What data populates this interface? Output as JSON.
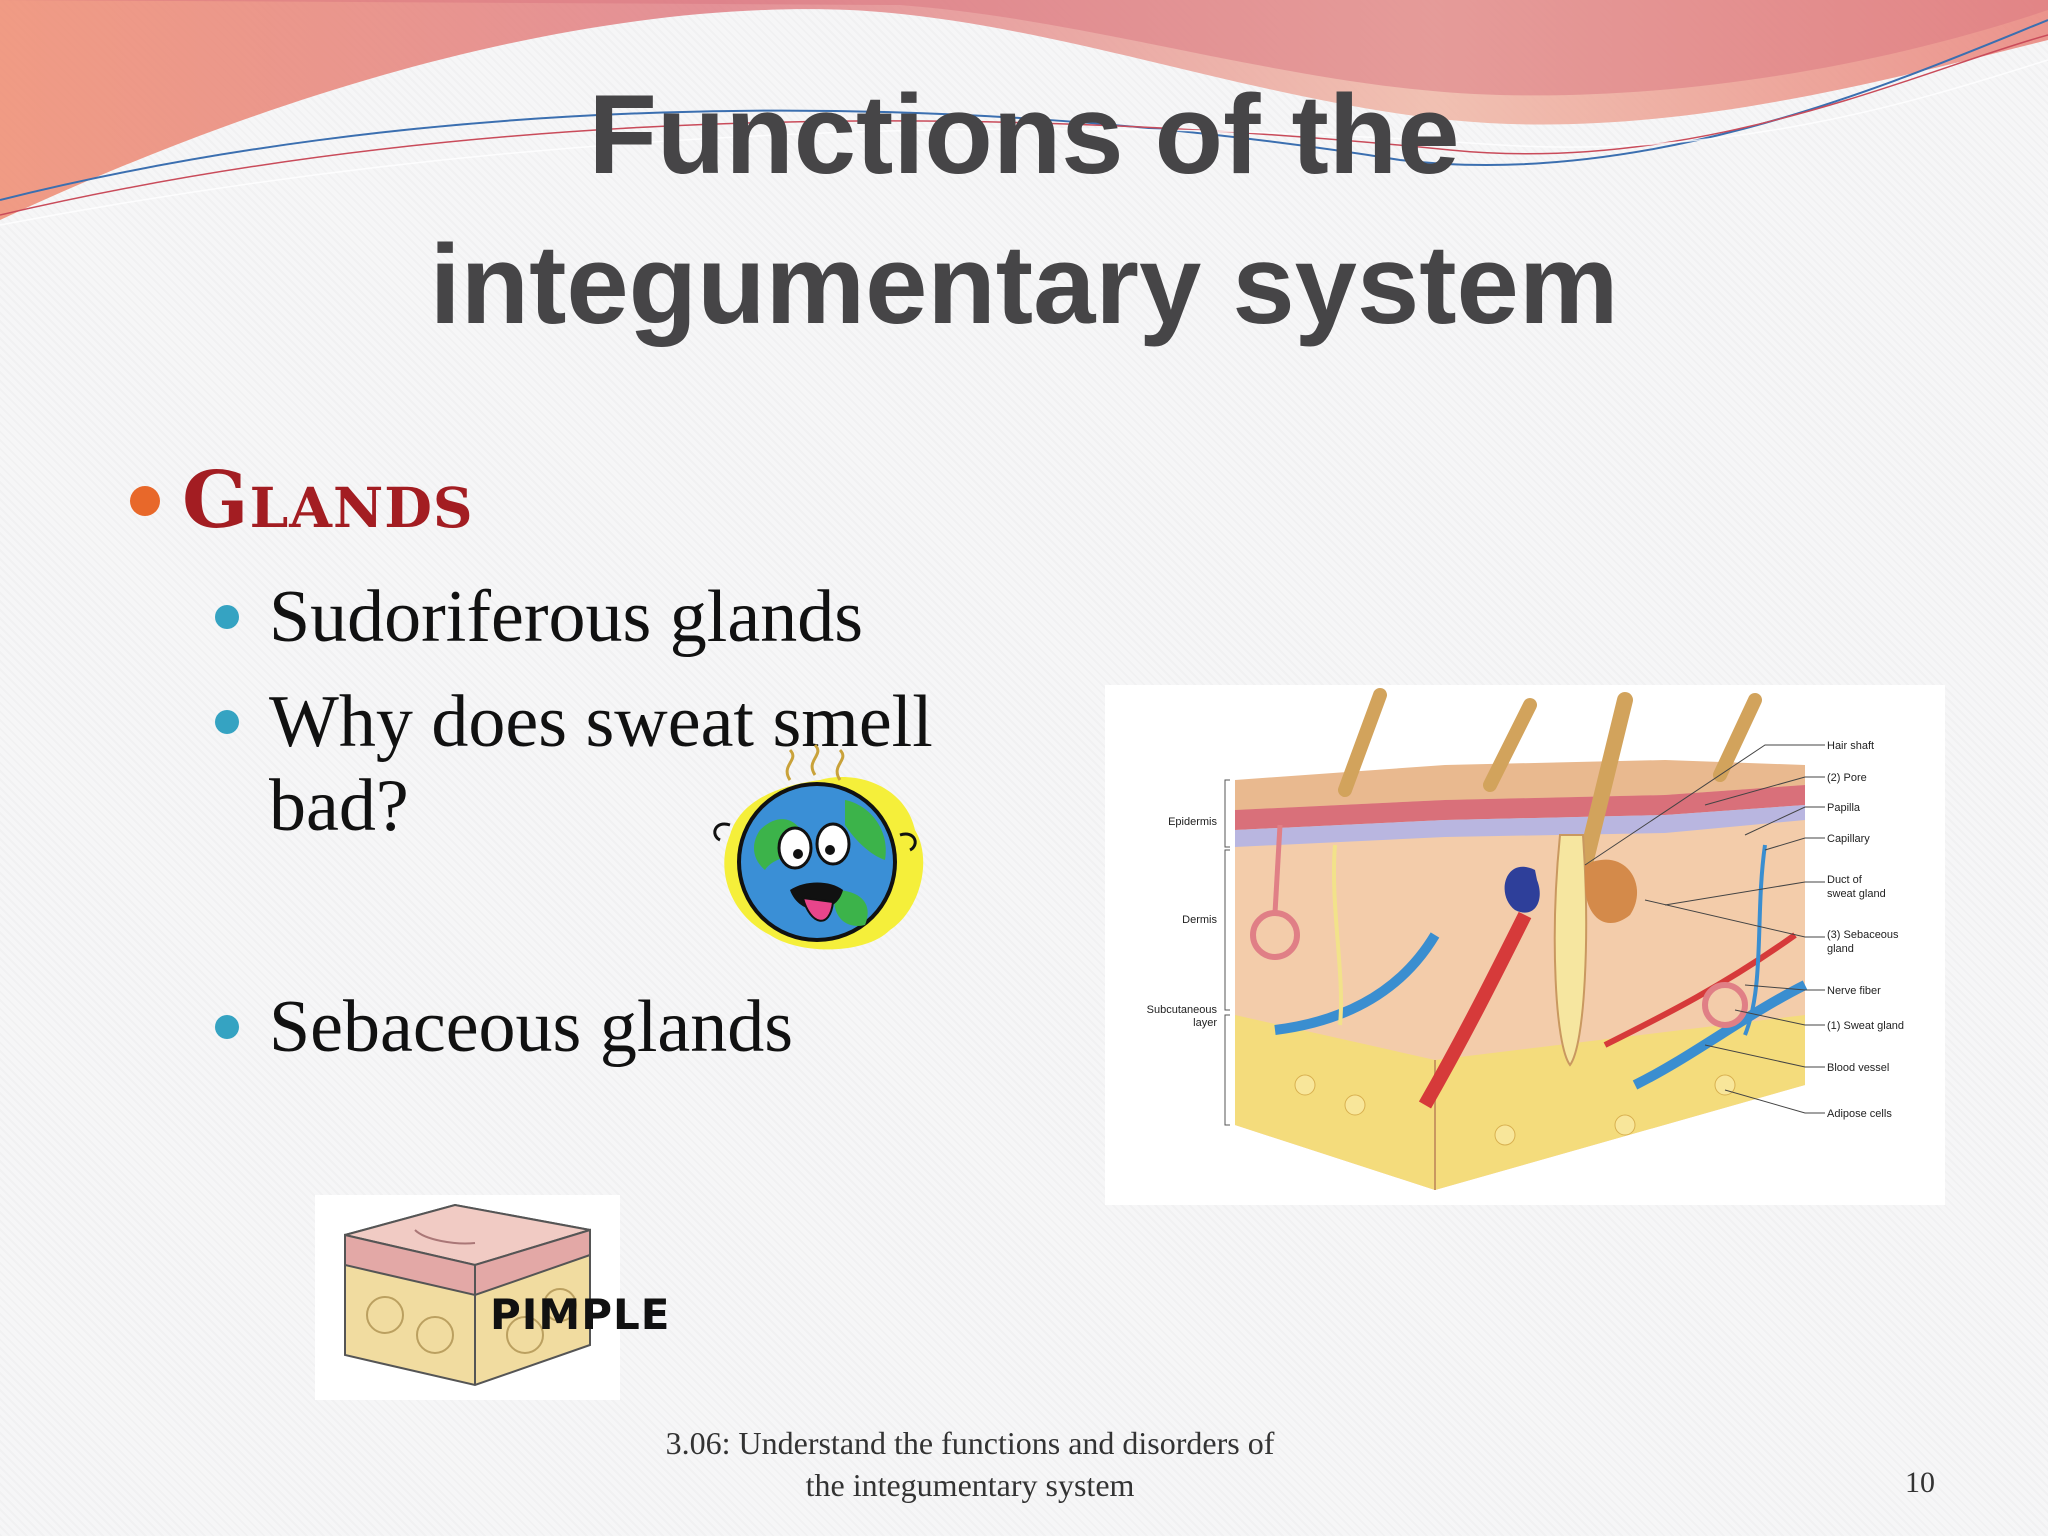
{
  "slide": {
    "title_line1": "Functions of the",
    "title_line2": "integumentary system",
    "heading": "Glands",
    "bullets": [
      "Sudoriferous glands",
      "Why does sweat smell bad?",
      "Sebaceous glands"
    ],
    "pimple_label": "PIMPLE",
    "footer_line1": "3.06: Understand the functions and disorders of",
    "footer_line2": "the integumentary system",
    "page_number": "10"
  },
  "diagram": {
    "left_labels": [
      "Epidermis",
      "Dermis",
      "Subcutaneous",
      "layer"
    ],
    "right_labels": [
      "Hair shaft",
      "(2) Pore",
      "Papilla",
      "Capillary",
      "Duct of",
      "sweat gland",
      "(3) Sebaceous",
      "gland",
      "Nerve fiber",
      "(1) Sweat gland",
      "Blood vessel",
      "Adipose cells"
    ]
  },
  "colors": {
    "title": "#464547",
    "heading": "#a31d22",
    "bullet_l1": "#e8682a",
    "bullet_l2": "#35a3c2"
  }
}
